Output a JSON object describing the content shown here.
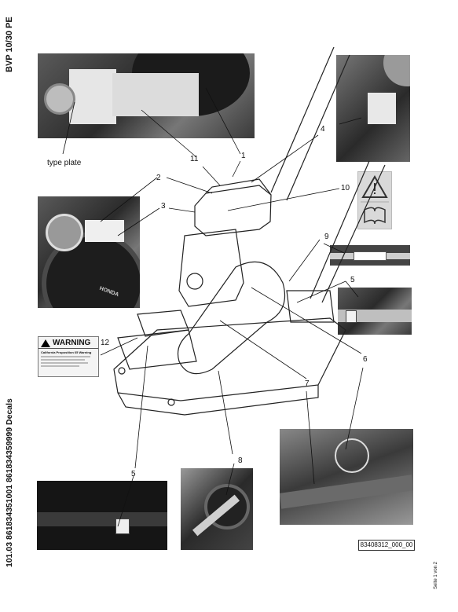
{
  "page": {
    "model_title": "BVP 10/30 PE",
    "doc_title": "101.03 861834351001 861834359999 Decals",
    "page_number": "Seite 1 von 2",
    "figure_ref": "83408312_000_00"
  },
  "callouts": {
    "type_plate": "type plate",
    "c1": "1",
    "c2": "2",
    "c3": "3",
    "c4": "4",
    "c5a": "5",
    "c5b": "5",
    "c6": "6",
    "c7": "7",
    "c8": "8",
    "c9": "9",
    "c10": "10",
    "c11": "11",
    "c12": "12"
  },
  "warning_decal": {
    "heading": "WARNING",
    "subheading": "California Proposition 65 Warning"
  },
  "photo_labels": {
    "honda_logo": "HONDA"
  }
}
